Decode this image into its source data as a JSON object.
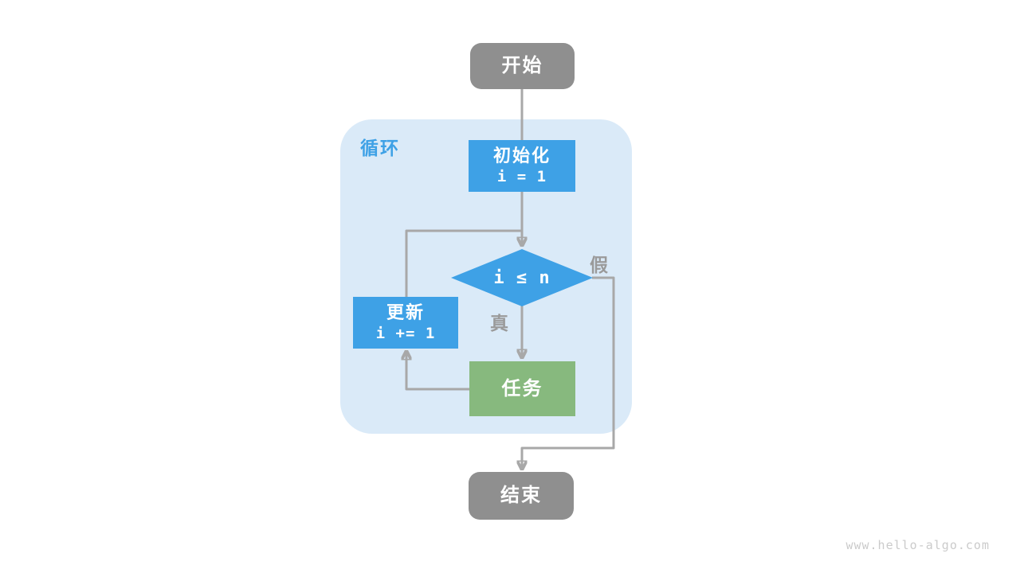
{
  "nodes": {
    "start": {
      "label": "开始"
    },
    "init": {
      "title": "初始化",
      "code": "i = 1"
    },
    "condition": {
      "code": "i ≤ n"
    },
    "update": {
      "title": "更新",
      "code": "i += 1"
    },
    "task": {
      "label": "任务"
    },
    "end": {
      "label": "结束"
    }
  },
  "labels": {
    "loop": "循环",
    "true_branch": "真",
    "false_branch": "假"
  },
  "watermark": "www.hello-algo.com",
  "colors": {
    "node_blue": "#3EA1E6",
    "node_green": "#87B97E",
    "node_gray": "#8F8F8F",
    "connector_gray": "#A8A8A8",
    "loop_container_bg": "#DAEAF8",
    "loop_label_blue": "#3EA1E6",
    "branch_label_gray": "#9A9A9A",
    "watermark_gray": "#CBCBCB"
  }
}
